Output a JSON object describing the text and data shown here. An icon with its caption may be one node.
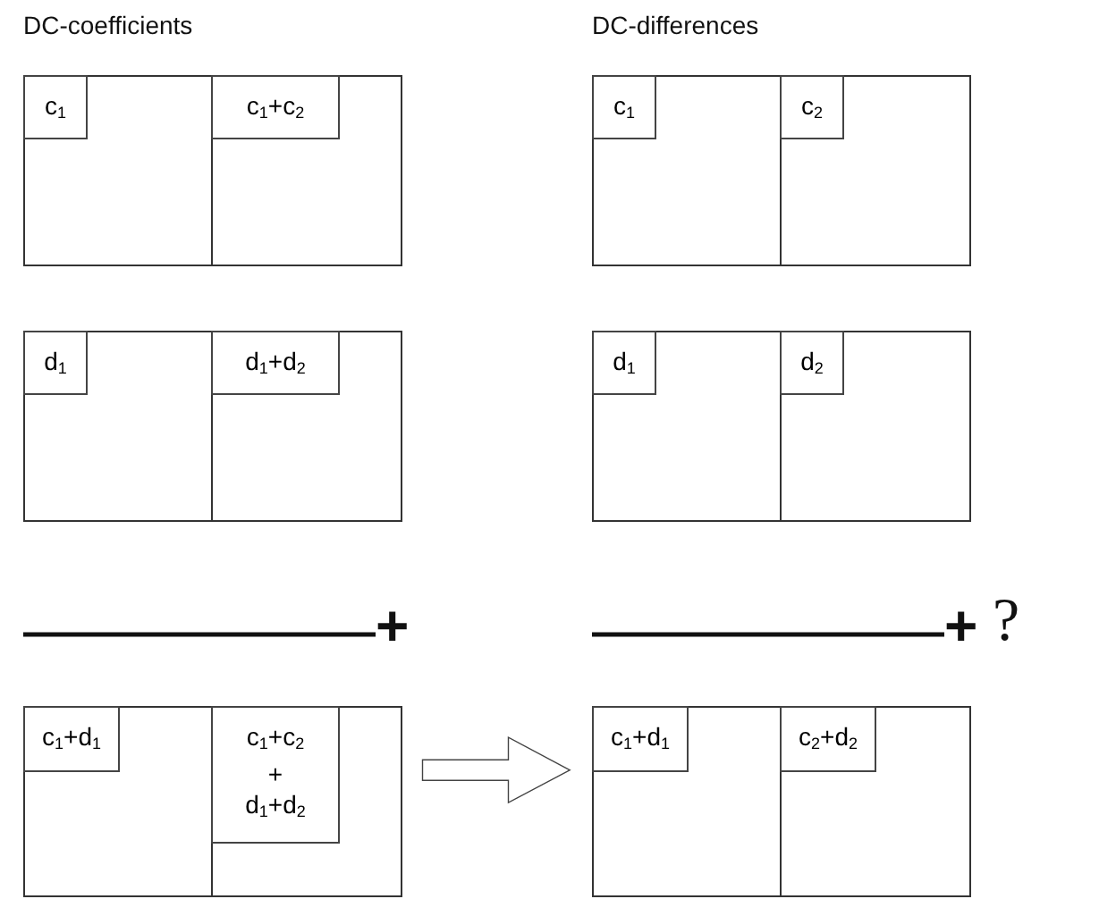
{
  "diagram": {
    "nodes": [
      {
        "text": [],
        "shape": "box"
      },
      {
        "text": [
          "c$_{1}$"
        ],
        "in": 0
      },
      {
        "text": [],
        "shape": "box"
      },
      {
        "text": [
          "c$_{1}$+c$_{2}$"
        ],
        "in": 2
      },
      {
        "text": [],
        "shape": "box"
      },
      {
        "text": [
          "c$_{1}$"
        ],
        "in": 4
      },
      {
        "text": [],
        "shape": "box"
      },
      {
        "text": [
          "c$_{2}$"
        ],
        "in": 6
      },
      {
        "text": [],
        "shape": "box"
      },
      {
        "text": [
          "d$_{1}$"
        ],
        "in": 8
      },
      {
        "text": [],
        "shape": "box"
      },
      {
        "text": [
          "d$_{1}$+d$_{2}$"
        ],
        "in": 10
      },
      {
        "text": [],
        "shape": "box"
      },
      {
        "text": [
          "d$_{1}$"
        ],
        "in": 12
      },
      {
        "text": [],
        "shape": "box"
      },
      {
        "text": [
          "d$_{2}$"
        ],
        "in": 14
      },
      {
        "text": [],
        "shape": "box"
      },
      {
        "text": [
          "c$_{1}$+d$_{1}$"
        ],
        "in": 16
      },
      {
        "text": [],
        "shape": "box"
      },
      {
        "text": [
          "c$_{1}$+c$_{2}$ + d$_{1}$+d$_{2}$"
        ],
        "in": 18
      },
      {
        "text": [],
        "shape": "box"
      },
      {
        "text": [
          "c$_{1}$+d$_{1}$"
        ],
        "in": 20
      },
      {
        "text": [],
        "shape": "box"
      },
      {
        "text": [
          "c$_{2}$+d$_{2}$"
        ],
        "in": 22
      }
    ],
    "edges": [
      {
        "from": 18,
        "to": 20,
        "arrow": "to"
      }
    ],
    "labels": [
      "DC-coefficients",
      "DC-differences",
      "+",
      "+",
      "?"
    ]
  }
}
